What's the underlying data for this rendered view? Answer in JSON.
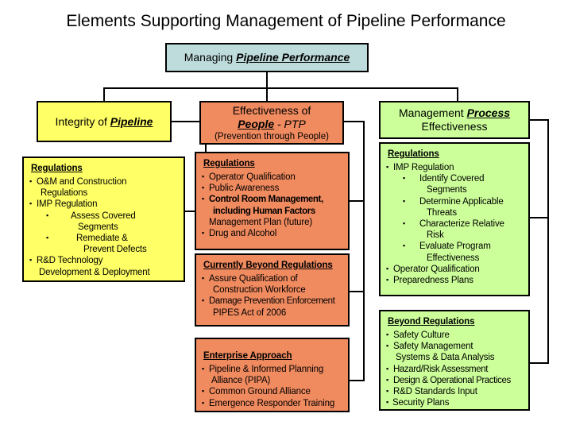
{
  "page": {
    "title": "Elements Supporting Management of Pipeline Performance"
  },
  "colors": {
    "root": "#bfdcdc",
    "integrity": "#ffff66",
    "people": "#f08a5f",
    "process": "#ccff99",
    "border": "#000000",
    "background": "#ffffff"
  },
  "root_node": {
    "label_prefix": "Managing ",
    "label_emphasis": "Pipeline Performance"
  },
  "columns": {
    "integrity": {
      "header": {
        "line1_prefix": "Integrity of ",
        "line1_emphasis": "Pipeline"
      },
      "cards": [
        {
          "section_title": "Regulations",
          "items": [
            {
              "text": "O&M and Construction",
              "bullet": true,
              "indent": 0,
              "bold": false
            },
            {
              "text": "Regulations",
              "bullet": false,
              "indent": 0,
              "bold": false
            },
            {
              "text": "IMP Regulation",
              "bullet": true,
              "indent": 0,
              "bold": false
            },
            {
              "text": "Assess Covered",
              "bullet": true,
              "indent": 1,
              "bold": false
            },
            {
              "text": "Segments",
              "bullet": false,
              "indent": 1,
              "bold": false
            },
            {
              "text": "Remediate &",
              "bullet": true,
              "indent": 1,
              "bold": false
            },
            {
              "text": "Prevent Defects",
              "bullet": false,
              "indent": 1,
              "bold": false
            },
            {
              "text": "R&D Technology",
              "bullet": true,
              "indent": 0,
              "bold": false
            },
            {
              "text": "Development & Deployment",
              "bullet": false,
              "indent": 0,
              "bold": false
            }
          ]
        }
      ]
    },
    "people": {
      "header": {
        "line1": "Effectiveness of",
        "line2_emphasis": "People",
        "line2_suffix": " - PTP",
        "line3": "(Prevention through People)"
      },
      "cards": [
        {
          "section_title": "Regulations",
          "items": [
            {
              "text": "Operator Qualification",
              "bullet": true,
              "indent": 0,
              "bold": false
            },
            {
              "text": "Public Awareness",
              "bullet": true,
              "indent": 0,
              "bold": false
            },
            {
              "text": "Control Room Management,",
              "bullet": true,
              "indent": 0,
              "bold": true
            },
            {
              "text": "including Human Factors",
              "bullet": false,
              "indent": 0,
              "bold": true
            },
            {
              "text": "Management Plan (future)",
              "bullet": false,
              "indent": 0,
              "bold": false
            },
            {
              "text": "Drug and Alcohol",
              "bullet": true,
              "indent": 0,
              "bold": false
            }
          ]
        },
        {
          "section_title": "Currently Beyond Regulations",
          "items": [
            {
              "text": "Assure Qualification of",
              "bullet": true,
              "indent": 0,
              "bold": false
            },
            {
              "text": "Construction Workforce",
              "bullet": false,
              "indent": 0,
              "bold": false
            },
            {
              "text": "Damage Prevention Enforcement",
              "bullet": true,
              "indent": 0,
              "bold": false
            },
            {
              "text": "PIPES Act of 2006",
              "bullet": false,
              "indent": 0,
              "bold": false
            }
          ]
        },
        {
          "section_title": "Enterprise Approach",
          "items": [
            {
              "text": "Pipeline & Informed Planning",
              "bullet": true,
              "indent": 0,
              "bold": false
            },
            {
              "text": "Alliance (PIPA)",
              "bullet": false,
              "indent": 0,
              "bold": false
            },
            {
              "text": "Common Ground Alliance",
              "bullet": true,
              "indent": 0,
              "bold": false
            },
            {
              "text": "Emergence Responder Training",
              "bullet": true,
              "indent": 0,
              "bold": false
            }
          ]
        }
      ]
    },
    "process": {
      "header": {
        "line1_prefix": "Management ",
        "line1_emphasis": "Process",
        "line2": "Effectiveness"
      },
      "cards": [
        {
          "section_title": "Regulations",
          "items": [
            {
              "text": "IMP Regulation",
              "bullet": true,
              "indent": 0,
              "bold": false
            },
            {
              "text": "Identify Covered",
              "bullet": true,
              "indent": 1,
              "bold": false
            },
            {
              "text": "Segments",
              "bullet": false,
              "indent": 1,
              "bold": false
            },
            {
              "text": "Determine Applicable",
              "bullet": true,
              "indent": 1,
              "bold": false
            },
            {
              "text": "Threats",
              "bullet": false,
              "indent": 1,
              "bold": false
            },
            {
              "text": "Characterize Relative",
              "bullet": true,
              "indent": 1,
              "bold": false
            },
            {
              "text": "Risk",
              "bullet": false,
              "indent": 1,
              "bold": false
            },
            {
              "text": "Evaluate Program",
              "bullet": true,
              "indent": 1,
              "bold": false
            },
            {
              "text": "Effectiveness",
              "bullet": false,
              "indent": 1,
              "bold": false
            },
            {
              "text": "Operator Qualification",
              "bullet": true,
              "indent": 0,
              "bold": false
            },
            {
              "text": "Preparedness Plans",
              "bullet": true,
              "indent": 0,
              "bold": false
            }
          ]
        },
        {
          "section_title": "Beyond Regulations",
          "items": [
            {
              "text": "Safety Culture",
              "bullet": true,
              "indent": 0,
              "bold": false
            },
            {
              "text": "Safety Management",
              "bullet": true,
              "indent": 0,
              "bold": false
            },
            {
              "text": "Systems & Data Analysis",
              "bullet": false,
              "indent": 0,
              "bold": false
            },
            {
              "text": "Hazard/Risk Assessment",
              "bullet": true,
              "indent": 0,
              "bold": false
            },
            {
              "text": "Design & Operational Practices",
              "bullet": true,
              "indent": 0,
              "bold": false
            },
            {
              "text": "R&D Standards Input",
              "bullet": true,
              "indent": 0,
              "bold": false
            },
            {
              "text": "Security Plans",
              "bullet": true,
              "indent": 0,
              "bold": false
            }
          ]
        }
      ]
    }
  }
}
